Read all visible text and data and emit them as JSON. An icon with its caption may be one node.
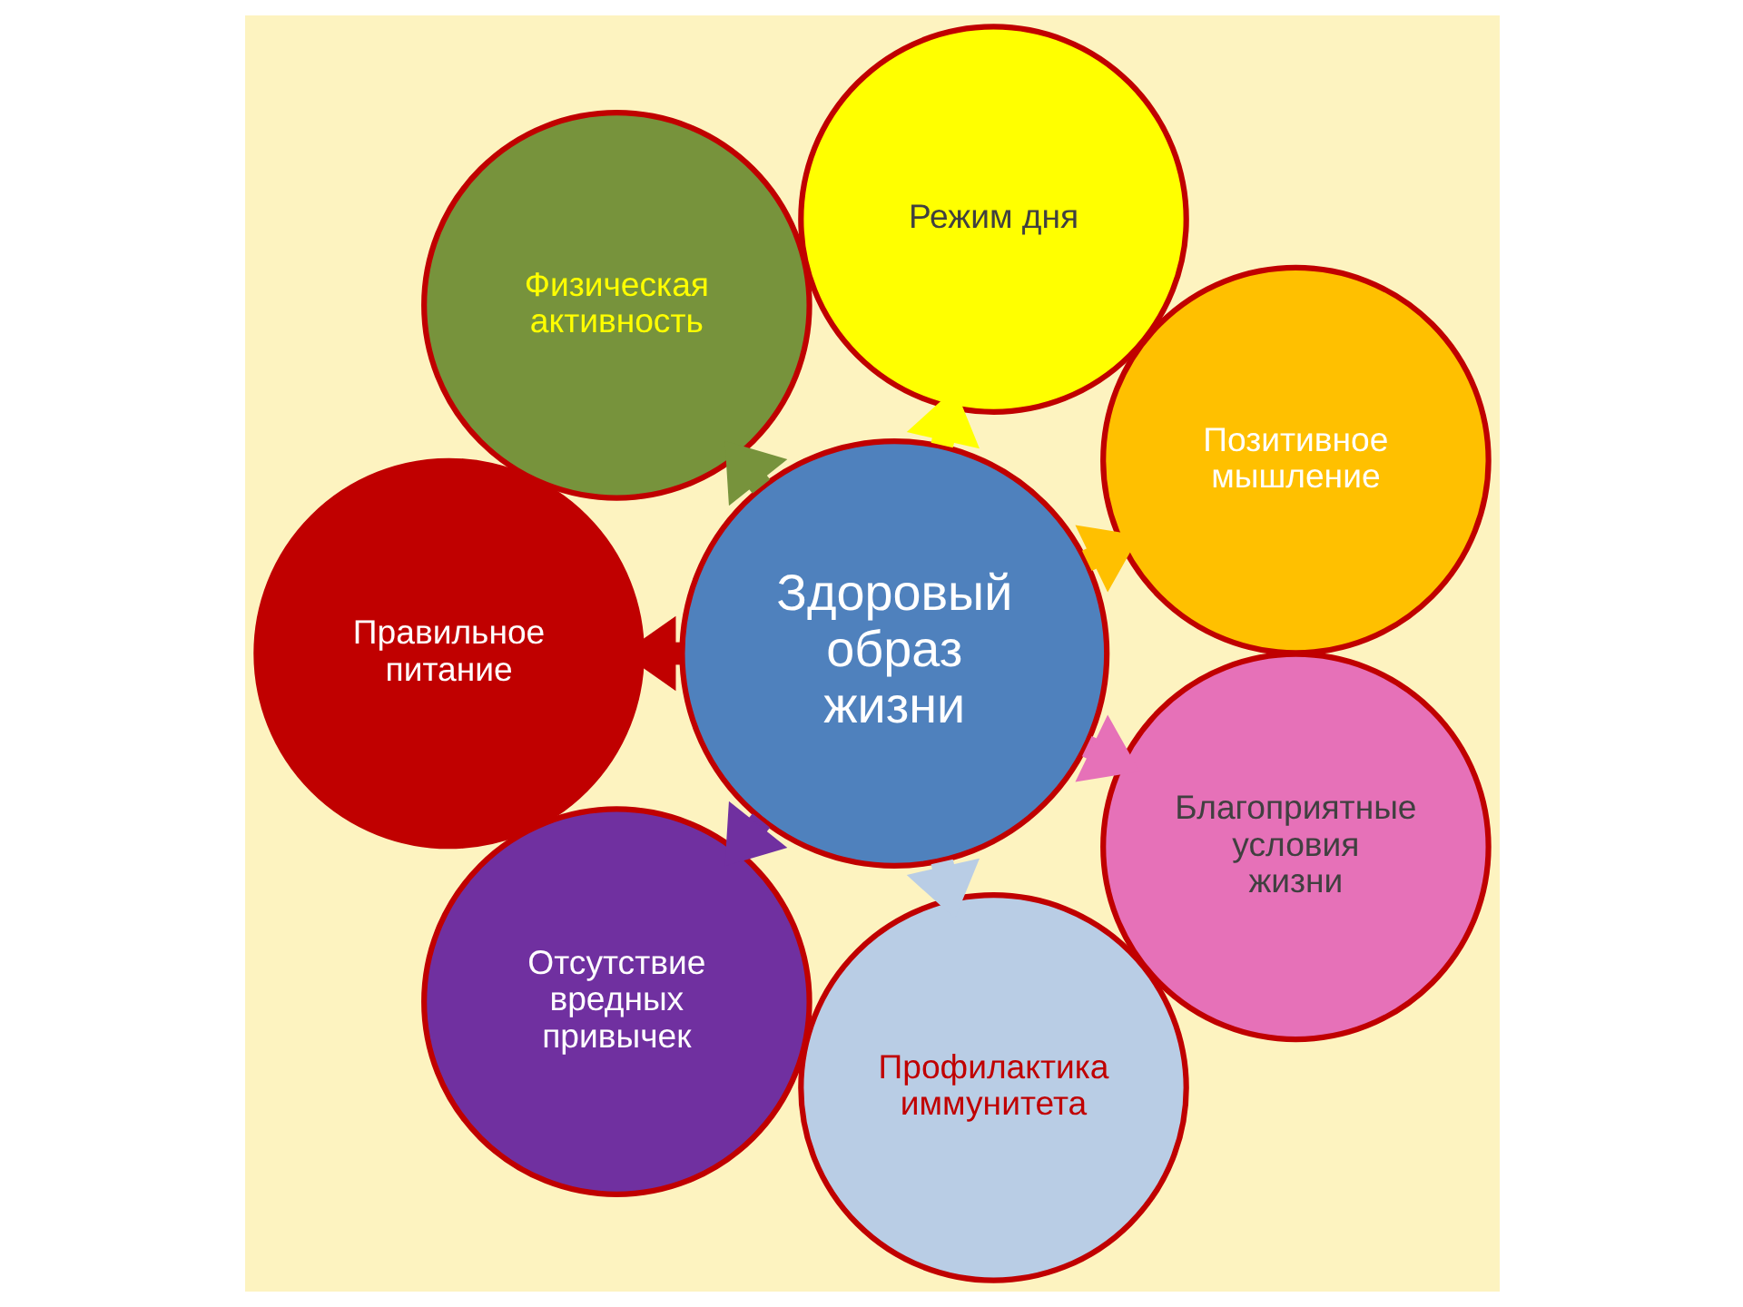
{
  "diagram": {
    "nodes": [
      {
        "text": [
          "Здоровый образ жизни"
        ]
      },
      {
        "text": [
          "Позитивное мышление"
        ]
      },
      {
        "text": [
          "Режим дня"
        ]
      },
      {
        "text": [
          "Физическая активность"
        ]
      },
      {
        "text": [
          "Правильное питание"
        ]
      },
      {
        "text": [
          "Отсутствие вредных привычек"
        ]
      },
      {
        "text": [
          "Профилактика иммунитета"
        ]
      },
      {
        "text": [
          "Благоприятные условия жизни"
        ]
      }
    ],
    "edges": [
      {
        "from": 0,
        "to": 1,
        "arrow": "to",
        "color": "#ffc000"
      },
      {
        "from": 0,
        "to": 2,
        "arrow": "to",
        "color": "#ffff00"
      },
      {
        "from": 0,
        "to": 3,
        "arrow": "to",
        "color": "#77933c"
      },
      {
        "from": 0,
        "to": 4,
        "arrow": "to",
        "color": "#c00000"
      },
      {
        "from": 0,
        "to": 5,
        "arrow": "to",
        "color": "#7030a0"
      },
      {
        "from": 0,
        "to": 6,
        "arrow": "to",
        "color": "#b9cde5"
      },
      {
        "from": 0,
        "to": 7,
        "arrow": "to",
        "color": "#e671b8"
      }
    ]
  }
}
